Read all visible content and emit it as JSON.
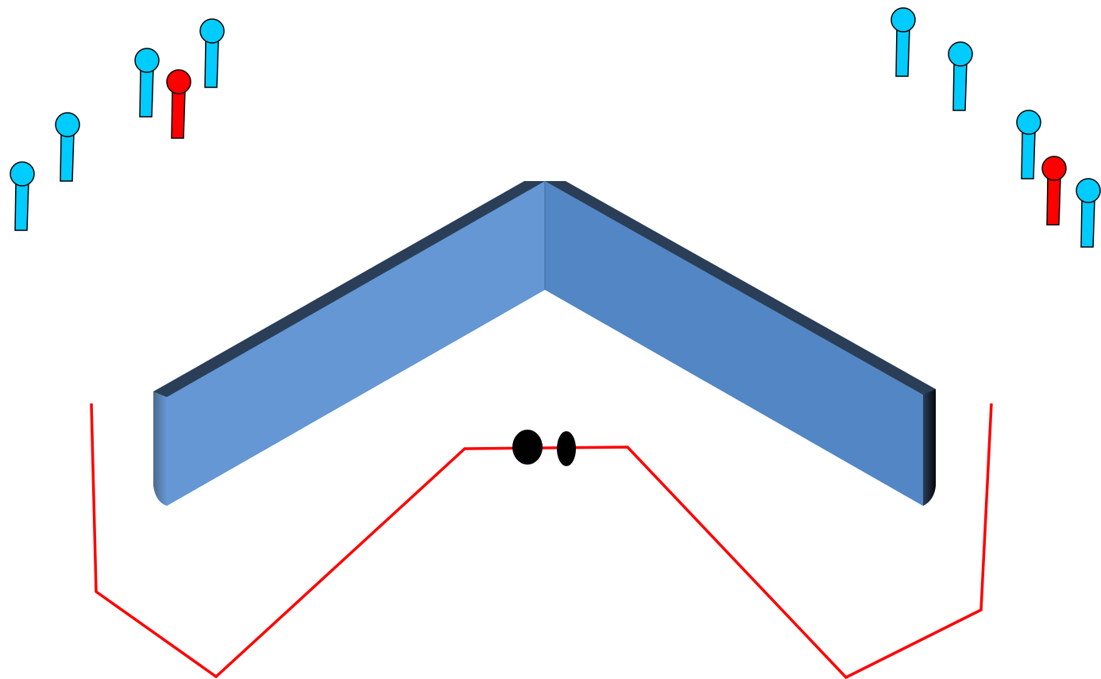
{
  "colors": {
    "background": "#ffffff",
    "figure_cyan": "#00CCFF",
    "figure_red": "#FF0000",
    "wall_left_face": "#6497D3",
    "wall_right_face": "#5386C4",
    "wall_top_edge": "#2A3E58",
    "wall_end_dark": "#0E1420",
    "path_line": "#FF0000",
    "dots": "#000000"
  },
  "icons": {
    "figure": "person-pin-icon",
    "wall": "chevron-wall",
    "dots": "black-ellipse-icon"
  },
  "figures": [
    {
      "color": "cyan"
    },
    {
      "color": "cyan"
    },
    {
      "color": "cyan"
    },
    {
      "color": "red"
    },
    {
      "color": "cyan"
    },
    {
      "color": "cyan"
    },
    {
      "color": "cyan"
    },
    {
      "color": "cyan"
    },
    {
      "color": "red"
    },
    {
      "color": "cyan"
    }
  ]
}
